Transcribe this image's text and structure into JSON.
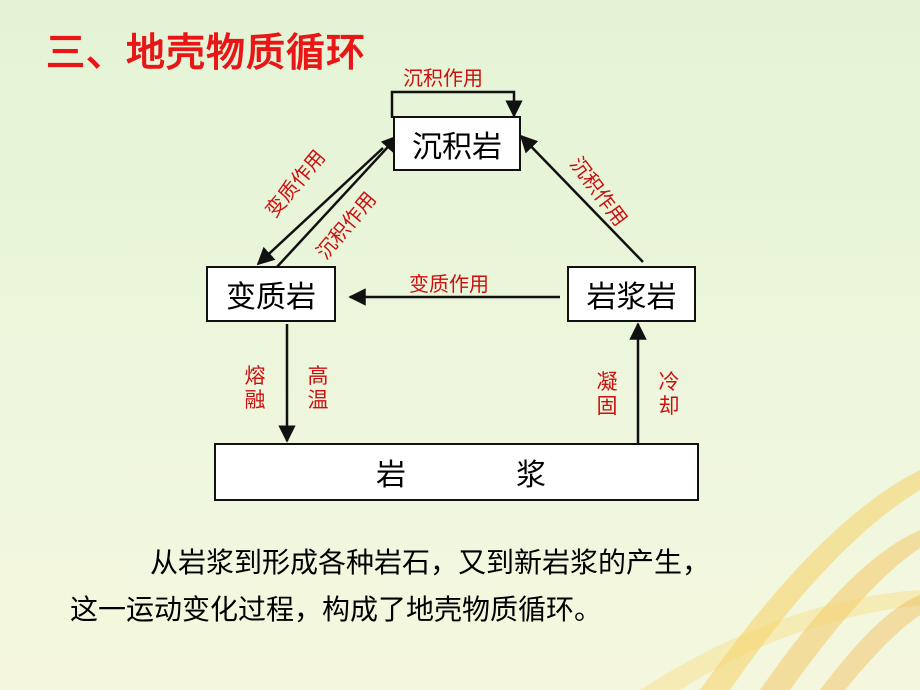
{
  "title": "三、地壳物质循环",
  "nodes": {
    "sedimentary": "沉积岩",
    "metamorphic": "变质岩",
    "igneous": "岩浆岩",
    "magma_left": "岩",
    "magma_right": "浆"
  },
  "edges": {
    "sed_self_loop": "沉积作用",
    "sed_to_meta": "变质作用",
    "meta_to_sed": "沉积作用",
    "igneous_to_sed": "沉积作用",
    "igneous_to_meta": "变质作用",
    "meta_to_magma_left": "熔融",
    "meta_to_magma_right": "高温",
    "magma_to_igneous_left": "凝固",
    "magma_to_igneous_right": "冷却"
  },
  "paragraph": {
    "line1": "从岩浆到形成各种岩石，又到新岩浆的产生，",
    "line2": "这一运动变化过程，构成了地壳物质循环。"
  },
  "colors": {
    "title": "#e81616",
    "label": "#cc1010",
    "stroke": "#111111"
  }
}
